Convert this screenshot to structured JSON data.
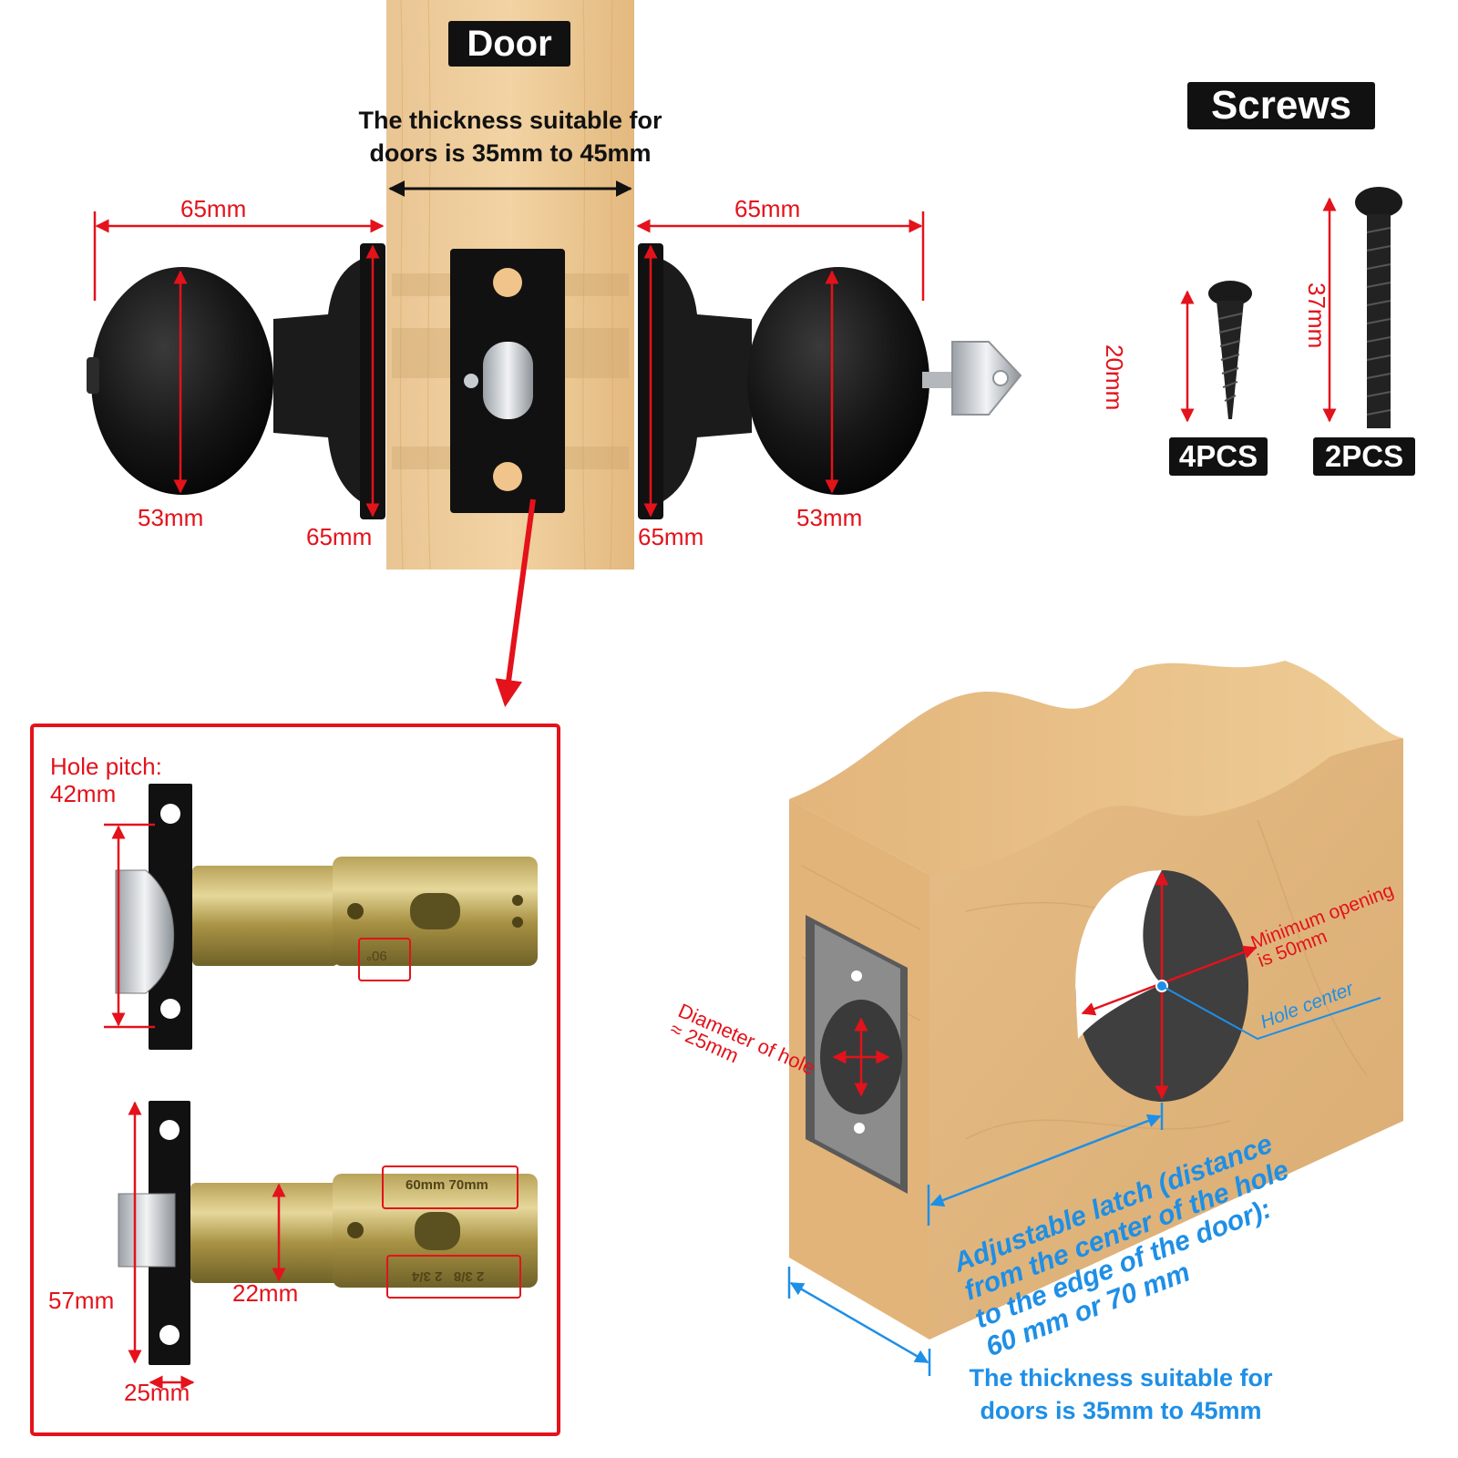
{
  "door": {
    "label": "Door",
    "thickness_line1": "The thickness suitable for",
    "thickness_line2": "doors is 35mm to 45mm"
  },
  "knob_dims": {
    "left_width": "65mm",
    "right_width": "65mm",
    "left_knob_diameter": "53mm",
    "right_knob_diameter": "53mm",
    "left_rose_diameter": "65mm",
    "right_rose_diameter": "65mm"
  },
  "screws": {
    "title": "Screws",
    "short_length": "20mm",
    "long_length": "37mm",
    "short_qty": "4PCS",
    "long_qty": "2PCS"
  },
  "latch_panel": {
    "hole_pitch_label": "Hole pitch:",
    "hole_pitch_value": "42mm",
    "angle_marking": "90°",
    "backset_marking": "60mm 70mm",
    "inch_marking": "2 3/8   2 3/4",
    "faceplate_height": "57mm",
    "bolt_diameter": "22mm",
    "faceplate_width": "25mm"
  },
  "door_block": {
    "diameter_label_line1": "Diameter of hole",
    "diameter_label_line2": "≈ 25mm",
    "min_opening_line1": "Minimum opening",
    "min_opening_line2": "is 50mm",
    "hole_center": "Hole center",
    "adjustable_line1": "Adjustable latch (distance",
    "adjustable_line2": "from the center of the hole",
    "adjustable_line3": "to the edge of the door):",
    "adjustable_line4": "60 mm or 70 mm",
    "thickness_line1": "The thickness suitable for",
    "thickness_line2": "doors is 35mm to 45mm"
  },
  "colors": {
    "dimension_red": "#e3121b",
    "annotation_blue": "#1e8fe6",
    "wood": "#e8c08a",
    "knob_black": "#141414"
  }
}
